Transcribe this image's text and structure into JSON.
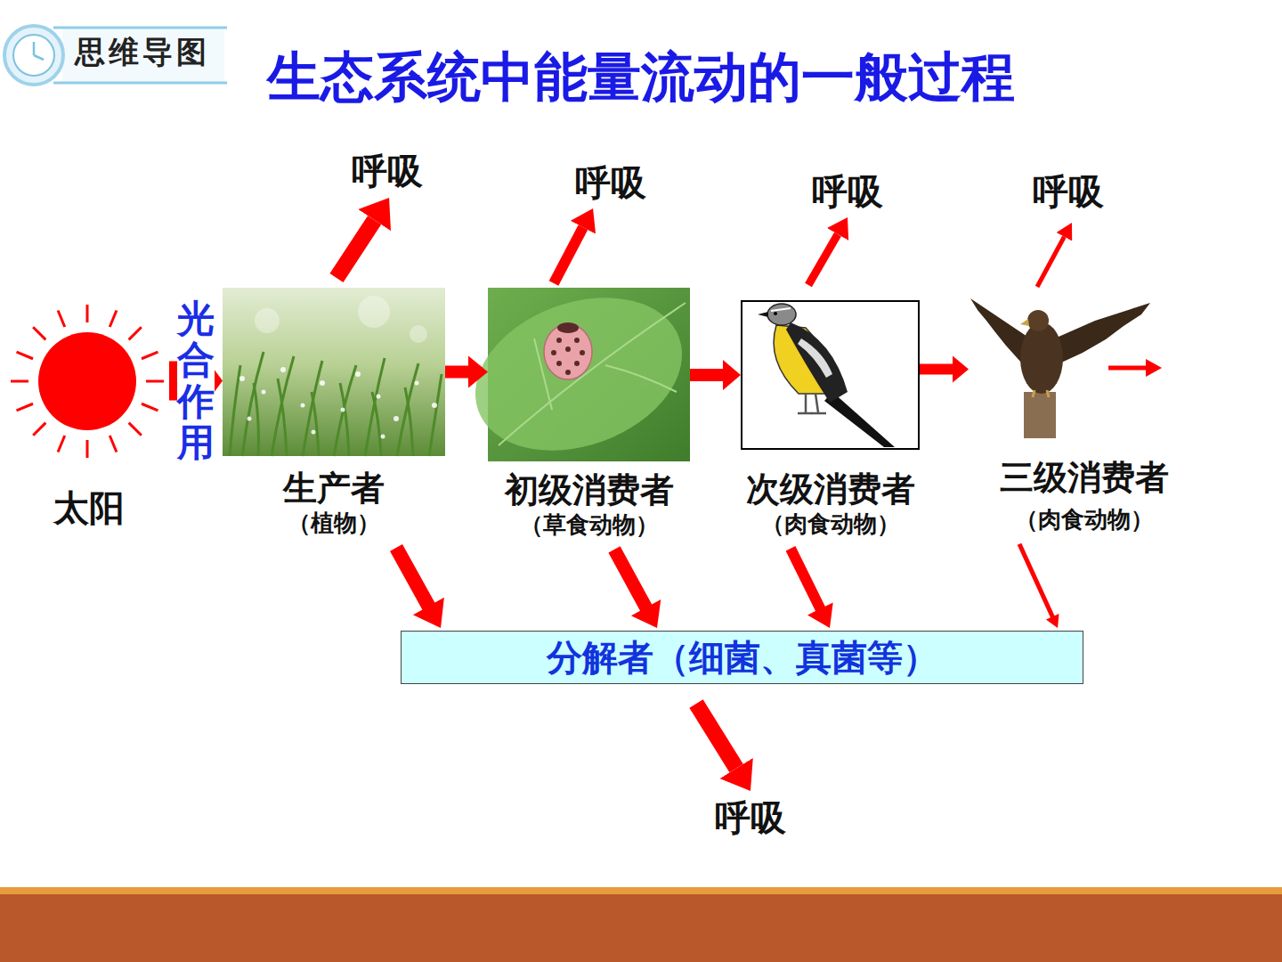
{
  "diagram": {
    "title": "生态系统中能量流动的一般过程",
    "nodes": [
      {
        "text": [
          "太阳"
        ]
      },
      {
        "text": [
          "生产者",
          "（植物）"
        ]
      },
      {
        "text": [
          "初级消费者",
          "（草食动物）"
        ]
      },
      {
        "text": [
          "次级消费者",
          "（肉食动物）"
        ]
      },
      {
        "text": [
          "三级消费者",
          "（肉食动物）"
        ]
      },
      {
        "text": [
          "分解者（细菌、真菌等）"
        ]
      }
    ],
    "edges": [
      {
        "from": 0,
        "to": 1,
        "label": "光合作用",
        "arrow": "to"
      },
      {
        "from": 1,
        "to": 2,
        "arrow": "to"
      },
      {
        "from": 2,
        "to": 3,
        "arrow": "to"
      },
      {
        "from": 3,
        "to": 4,
        "arrow": "to"
      },
      {
        "from": 1,
        "to": 5,
        "arrow": "to"
      },
      {
        "from": 2,
        "to": 5,
        "arrow": "to"
      },
      {
        "from": 3,
        "to": 5,
        "arrow": "to"
      },
      {
        "from": 4,
        "to": 5,
        "arrow": "to"
      }
    ],
    "labels": [
      "思维导图",
      "呼吸",
      "呼吸",
      "呼吸",
      "呼吸",
      "呼吸"
    ]
  }
}
